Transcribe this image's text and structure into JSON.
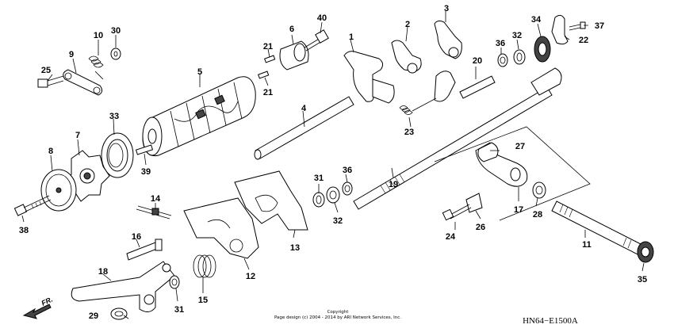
{
  "diagram": {
    "labels": [
      "1",
      "2",
      "3",
      "4",
      "5",
      "6",
      "7",
      "8",
      "9",
      "10",
      "11",
      "12",
      "13",
      "14",
      "15",
      "16",
      "17",
      "18",
      "19",
      "20",
      "21",
      "21",
      "22",
      "23",
      "24",
      "25",
      "26",
      "27",
      "28",
      "29",
      "30",
      "31",
      "31",
      "32",
      "32",
      "33",
      "34",
      "35",
      "36",
      "36",
      "37",
      "38",
      "39",
      "40"
    ],
    "copyright_line1": "Copyright",
    "copyright_line2": "Page design (c) 2004 - 2014 by ARI Network Services, Inc.",
    "diagram_code": "HN64−E1500A",
    "direction_label": "FR."
  }
}
